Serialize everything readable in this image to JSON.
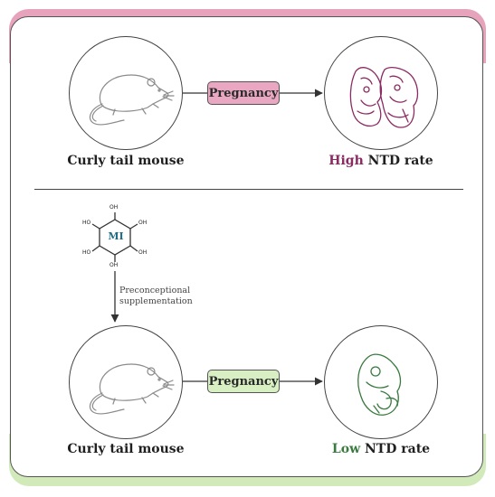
{
  "top_row": {
    "source_label": "Curly tail mouse",
    "process_label": "Pregnancy",
    "outcome_emphasis": "High",
    "outcome_rest": " NTD rate"
  },
  "molecule": {
    "center_label": "MI",
    "hydroxyl_label": "OH",
    "hydroxyl_label_left": "HO"
  },
  "intervention": {
    "line1": "Preconceptional",
    "line2": "supplementation"
  },
  "bottom_row": {
    "source_label": "Curly tail mouse",
    "process_label": "Pregnancy",
    "outcome_emphasis": "Low",
    "outcome_rest": " NTD rate"
  },
  "colors": {
    "pink_accent": "#e9a7c1",
    "green_accent": "#d8eec3",
    "high_text": "#8a2b62",
    "low_text": "#3a7a40"
  }
}
